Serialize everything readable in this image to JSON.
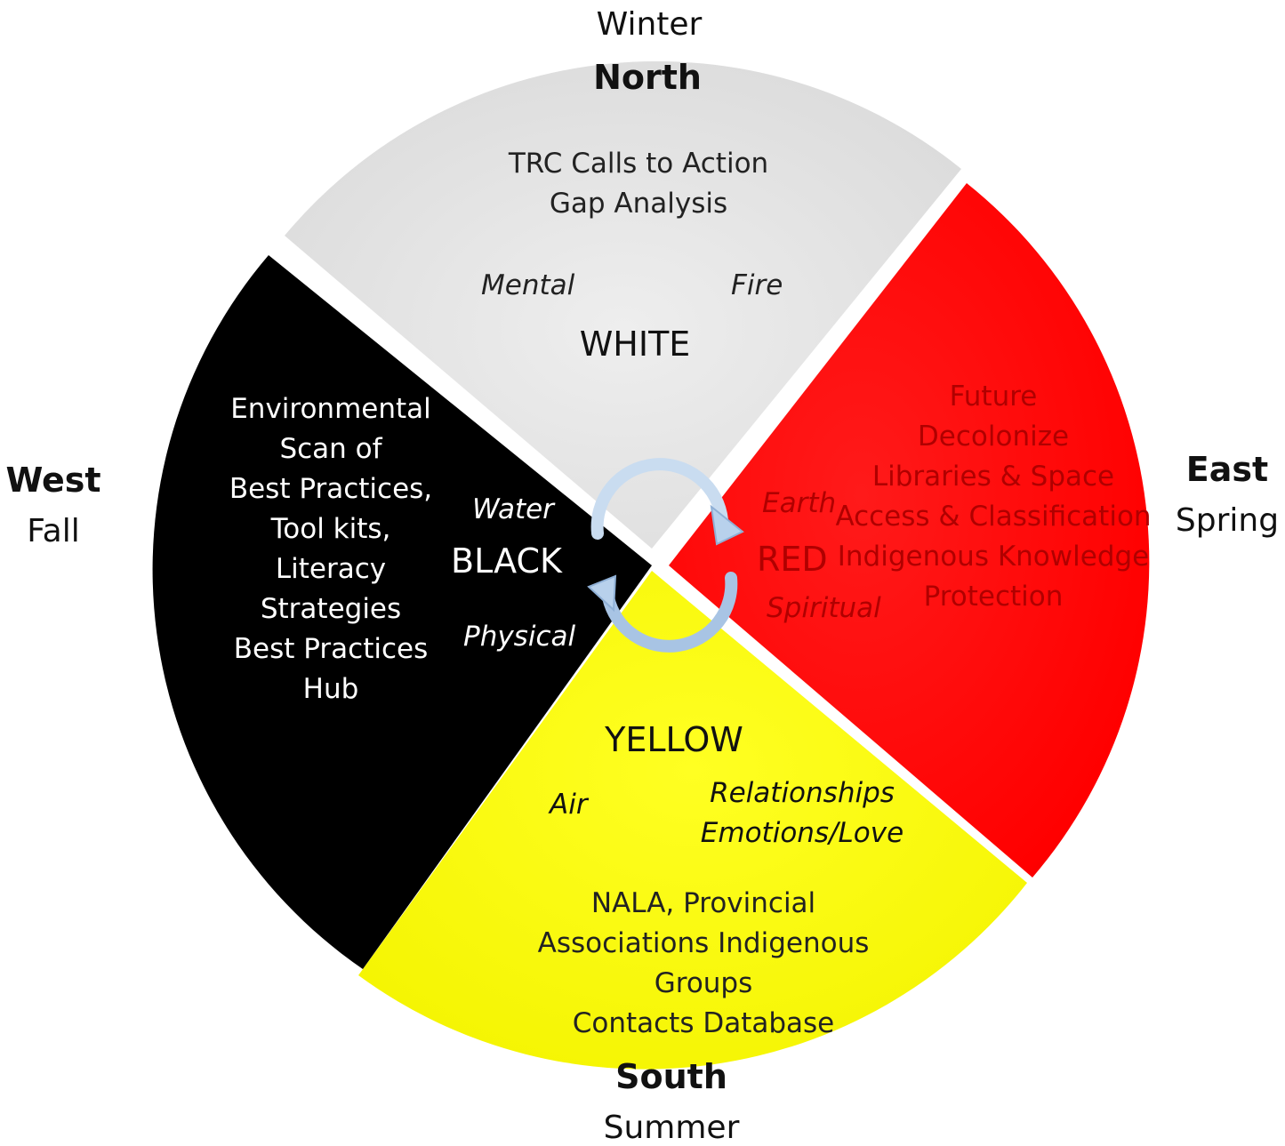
{
  "north": {
    "direction": "North",
    "season": "Winter",
    "color_name": "WHITE",
    "aspect": "Mental",
    "element": "Fire",
    "items": [
      "TRC Calls to Action",
      "Gap Analysis"
    ]
  },
  "east": {
    "direction": "East",
    "season": "Spring",
    "color_name": "RED",
    "element": "Earth",
    "aspect": "Spiritual",
    "items": [
      "Future",
      "Decolonize",
      "Libraries & Space",
      "Access & Classification",
      "Indigenous Knowledge",
      "Protection"
    ]
  },
  "south": {
    "direction": "South",
    "season": "Summer",
    "color_name": "YELLOW",
    "element": "Air",
    "aspect_lines": [
      "Relationships",
      "Emotions/Love"
    ],
    "items": [
      "NALA, Provincial",
      "Associations Indigenous",
      "Groups",
      "Contacts Database"
    ]
  },
  "west": {
    "direction": "West",
    "season": "Fall",
    "color_name": "BLACK",
    "element": "Water",
    "aspect": "Physical",
    "items": [
      "Environmental",
      "Scan of",
      "Best Practices,",
      "Tool kits,",
      "Literacy",
      "Strategies",
      "Best Practices",
      "Hub"
    ]
  },
  "colors": {
    "white_quadrant": "#e3e3e3",
    "red_quadrant": "#ff0000",
    "yellow_quadrant": "#ffff00",
    "black_quadrant": "#000000",
    "red_text": "#b00000",
    "cycle_arrow": "#a9c6e6"
  },
  "center_icon": "cycle-arrows-icon"
}
